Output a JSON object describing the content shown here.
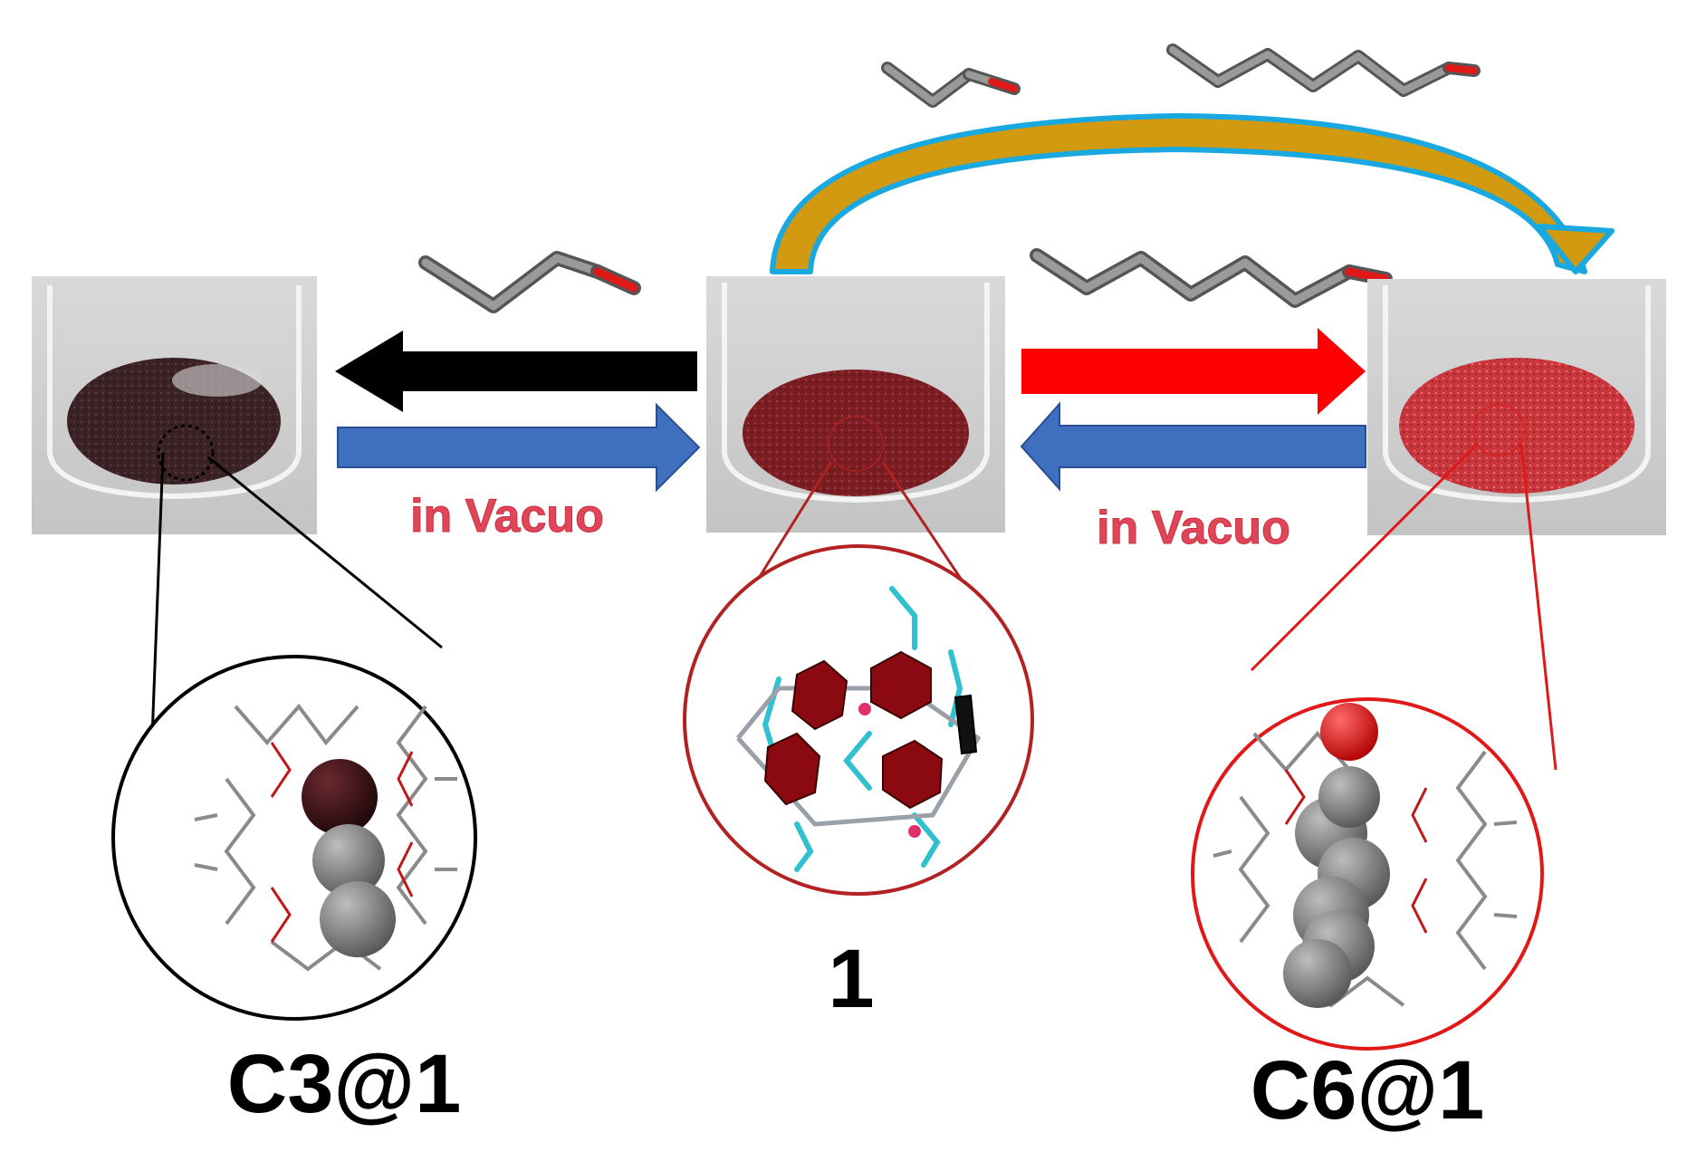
{
  "labels": {
    "left_compound": "C3@1",
    "center_compound": "1",
    "right_compound": "C6@1",
    "vacuo_left": "in Vacuo",
    "vacuo_right": "in Vacuo"
  },
  "colors": {
    "black_arrow": "#000000",
    "red_arrow": "#ff0000",
    "blue_arrow": "#3f6fbf",
    "curved_arrow_fill": "#d29a10",
    "curved_arrow_outline": "#1aa8e0",
    "vacuo_text": "#e0455a",
    "carbon": "#808080",
    "oxygen": "#e01818",
    "left_powder": "#3a2226",
    "center_powder": "#7a1e24",
    "right_powder": "#c8363c"
  },
  "icons": [
    "propanal-molecule-icon",
    "hexanal-molecule-icon",
    "vial-photo-icon",
    "crystal-structure-icon"
  ]
}
